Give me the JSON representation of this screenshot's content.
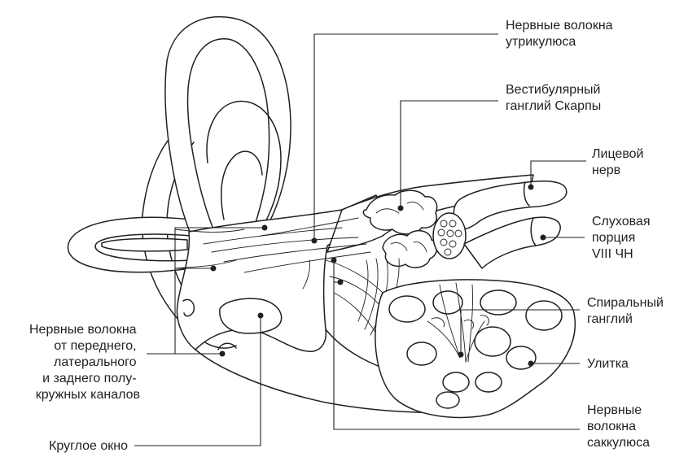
{
  "labels": {
    "utricle_fibers": [
      "Нервные волокна",
      "утрикулюса"
    ],
    "scarpa_ganglion": [
      "Вестибулярный",
      "ганглий Скарпы"
    ],
    "facial_nerve": [
      "Лицевой",
      "нерв"
    ],
    "cochlear_nerve": [
      "Слуховая",
      "порция",
      "VIII ЧН"
    ],
    "spiral_ganglion": [
      "Спиральный",
      "ганглий"
    ],
    "cochlea": [
      "Улитка"
    ],
    "saccule_fibers": [
      "Нервные",
      "волокна",
      "саккулюса"
    ],
    "round_window": [
      "Круглое окно"
    ],
    "canal_fibers": [
      "Нервные волокна",
      "от переднего,",
      "латерального",
      "и заднего полу-",
      "кружных каналов"
    ]
  }
}
